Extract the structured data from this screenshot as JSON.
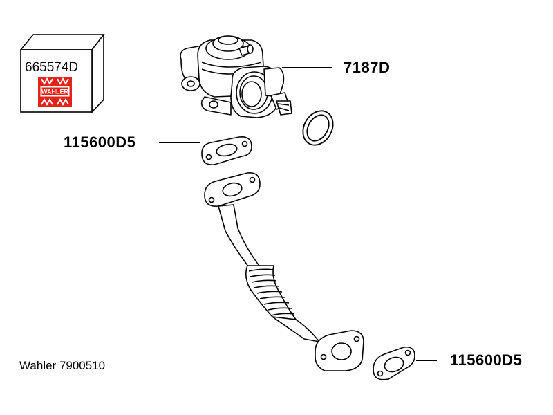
{
  "package": {
    "part_number": "665574D",
    "brand_logo_text": "WAHLER"
  },
  "callouts": {
    "egr_valve": "7187D",
    "gasket_upper": "115600D5",
    "gasket_lower": "115600D5"
  },
  "caption": "Wahler 7900510",
  "colors": {
    "line": "#000000",
    "logo_red": "#e2231a",
    "background": "#ffffff"
  }
}
